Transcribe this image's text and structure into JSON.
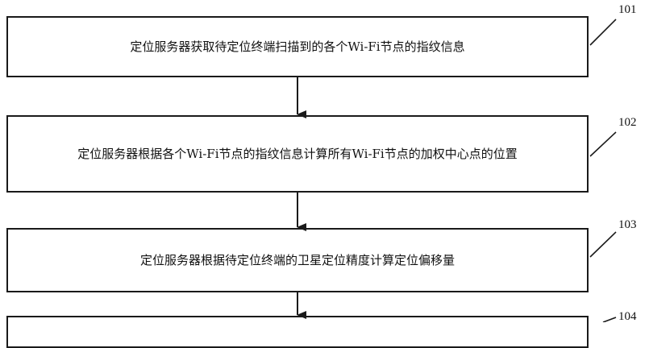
{
  "steps": [
    {
      "number": "101",
      "text": "定位服务器获取待定位终端扫描到的各个Wi-Fi节点的指纹信息"
    },
    {
      "number": "102",
      "text": "定位服务器根据各个Wi-Fi节点的指纹信息计算所有Wi-Fi节点的加权中心点的位置"
    },
    {
      "number": "103",
      "text": "定位服务器根据待定位终端的卫星定位精度计算定位偏移量"
    },
    {
      "number": "104",
      "text": ""
    }
  ]
}
